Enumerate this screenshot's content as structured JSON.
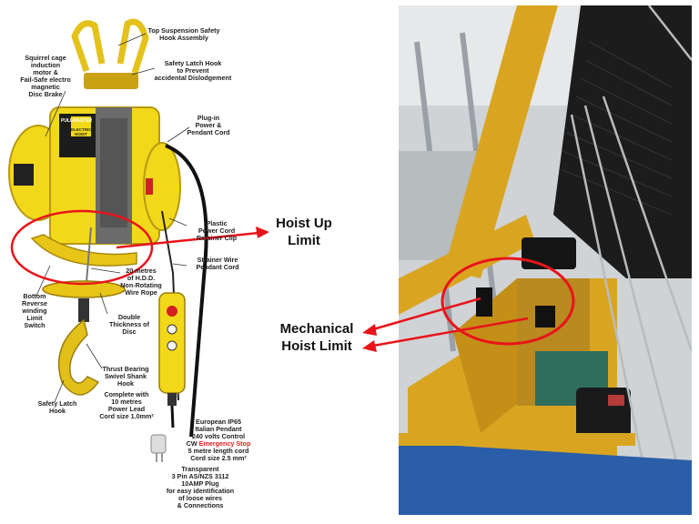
{
  "callouts": {
    "top_suspension": "Top Suspension Safety\nHook Assembly",
    "motor": "Squirrel cage\ninduction\nmotor &\nFail-Safe electro\nmagnetic\nDisc Brake",
    "safety_latch_top": "Safety Latch Hook\nto Prevent\naccidental Dislodgement",
    "plug_in": "Plug-in\nPower &\nPendant Cord",
    "plastic_cord": "Plastic\nPower Cord\nRetainer Clip",
    "strainer_wire": "Strainer Wire\nPendant Cord",
    "wire_rope": "20 metres\nof H.D.D.\nNon-Rotating\nWire Rope",
    "bottom_switch": "Bottom\nReverse\nwinding\nLimit\nSwitch",
    "double_disc": "Double\nThickness of\nDisc",
    "thrust_bearing": "Thrust Bearing\nSwivel Shank\nHook",
    "complete_with": "Complete with\n10 metres\nPower Lead\nCord size 1.0mm²",
    "safety_latch_hook": "Safety Latch\nHook",
    "european_pendant": "European IP65\nItalian Pendant\n240 volts Control",
    "emergency_prefix": "CW ",
    "emergency_stop": "Emergency Stop",
    "pendant_cord": "5 metre length cord\nCord size 2.5 mm²",
    "plug": "Transparent\n3 Pin AS/NZS 3112\n10AMP Plug\nfor easy identification\nof loose wires\n& Connections"
  },
  "hoist_brand": "PULLMASTER",
  "hoist_model": "ELECTRIC\nHOIST",
  "labels": {
    "hoist_up_limit": "Hoist Up\nLimit",
    "mechanical_hoist_limit": "Mechanical\nHoist Limit"
  },
  "colors": {
    "annotation_red": "#e8141a",
    "hoist_yellow": "#f2d81a",
    "frame_yellow": "#d9a521",
    "beam_blue": "#2a5ea8"
  }
}
